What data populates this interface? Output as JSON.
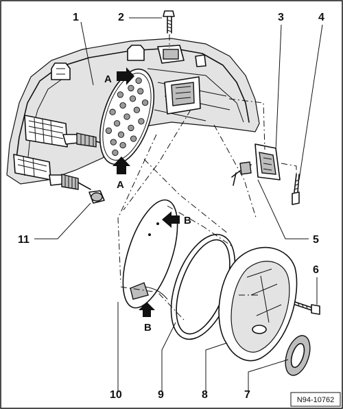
{
  "diagram": {
    "reference_code": "N94-10762",
    "callouts": [
      "1",
      "2",
      "3",
      "4",
      "5",
      "6",
      "7",
      "8",
      "9",
      "10",
      "11"
    ],
    "detail_markers": {
      "a": "A",
      "b": "B"
    }
  }
}
